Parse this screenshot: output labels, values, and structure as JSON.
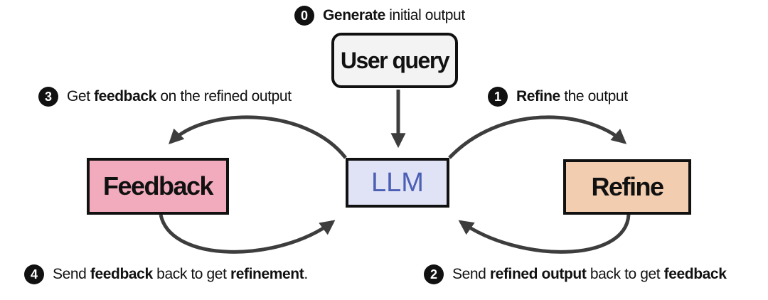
{
  "nodes": {
    "user_query": "User query",
    "llm": "LLM",
    "feedback": "Feedback",
    "refine": "Refine"
  },
  "steps": [
    {
      "number": "0",
      "parts": [
        {
          "text": "Generate",
          "bold": true
        },
        {
          "text": " initial output",
          "bold": false
        }
      ]
    },
    {
      "number": "1",
      "parts": [
        {
          "text": "Refine",
          "bold": true
        },
        {
          "text": " the output",
          "bold": false
        }
      ]
    },
    {
      "number": "2",
      "parts": [
        {
          "text": "Send ",
          "bold": false
        },
        {
          "text": "refined output",
          "bold": true
        },
        {
          "text": " back to get ",
          "bold": false
        },
        {
          "text": "feedback",
          "bold": true
        }
      ]
    },
    {
      "number": "3",
      "parts": [
        {
          "text": "Get ",
          "bold": false
        },
        {
          "text": "feedback",
          "bold": true
        },
        {
          "text": " on the refined output",
          "bold": false
        }
      ]
    },
    {
      "number": "4",
      "parts": [
        {
          "text": "Send ",
          "bold": false
        },
        {
          "text": "feedback",
          "bold": true
        },
        {
          "text": " back to get ",
          "bold": false
        },
        {
          "text": "refinement",
          "bold": true
        },
        {
          "text": ".",
          "bold": false
        }
      ]
    }
  ],
  "colors": {
    "user_query_fill": "#f3f3f3",
    "llm_fill": "#e0e2f5",
    "llm_text": "#4b5fb5",
    "feedback_fill": "#f2abbd",
    "refine_fill": "#f2cdb0",
    "arrow": "#3d3d3d"
  }
}
